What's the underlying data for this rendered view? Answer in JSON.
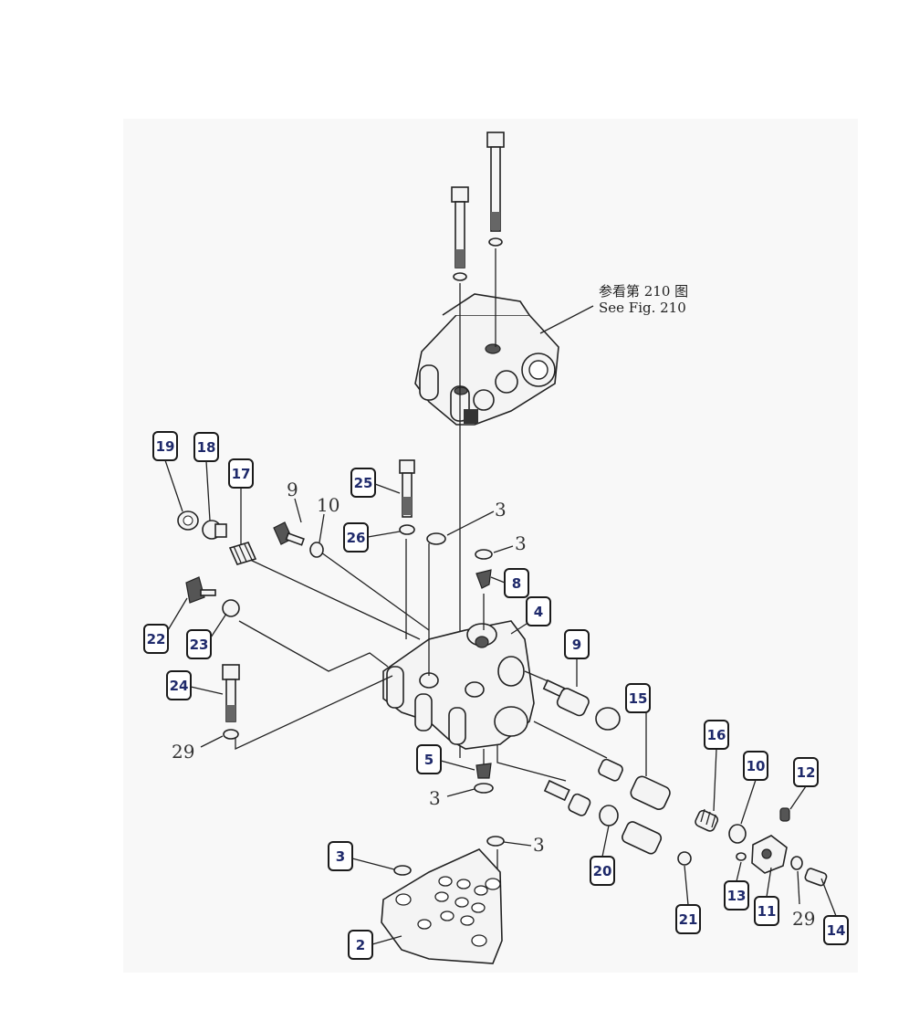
{
  "reference_note": {
    "line1": "参看第 210 图",
    "line2": "See Fig. 210"
  },
  "callouts": [
    {
      "key": "19",
      "label": "19"
    },
    {
      "key": "18",
      "label": "18"
    },
    {
      "key": "17",
      "label": "17"
    },
    {
      "key": "25",
      "label": "25"
    },
    {
      "key": "26",
      "label": "26"
    },
    {
      "key": "8",
      "label": "8"
    },
    {
      "key": "4",
      "label": "4"
    },
    {
      "key": "22",
      "label": "22"
    },
    {
      "key": "23",
      "label": "23"
    },
    {
      "key": "24",
      "label": "24"
    },
    {
      "key": "9b",
      "label": "9"
    },
    {
      "key": "15",
      "label": "15"
    },
    {
      "key": "16",
      "label": "16"
    },
    {
      "key": "10b",
      "label": "10"
    },
    {
      "key": "12",
      "label": "12"
    },
    {
      "key": "5",
      "label": "5"
    },
    {
      "key": "3a",
      "label": "3"
    },
    {
      "key": "20",
      "label": "20"
    },
    {
      "key": "21",
      "label": "21"
    },
    {
      "key": "13",
      "label": "13"
    },
    {
      "key": "11",
      "label": "11"
    },
    {
      "key": "14",
      "label": "14"
    },
    {
      "key": "2",
      "label": "2"
    }
  ],
  "plain_labels": [
    {
      "key": "p9",
      "label": "9"
    },
    {
      "key": "p10",
      "label": "10"
    },
    {
      "key": "p3a",
      "label": "3"
    },
    {
      "key": "p3b",
      "label": "3"
    },
    {
      "key": "p29a",
      "label": "29"
    },
    {
      "key": "p3c",
      "label": "3"
    },
    {
      "key": "p3d",
      "label": "3"
    },
    {
      "key": "p29b",
      "label": "29"
    }
  ]
}
